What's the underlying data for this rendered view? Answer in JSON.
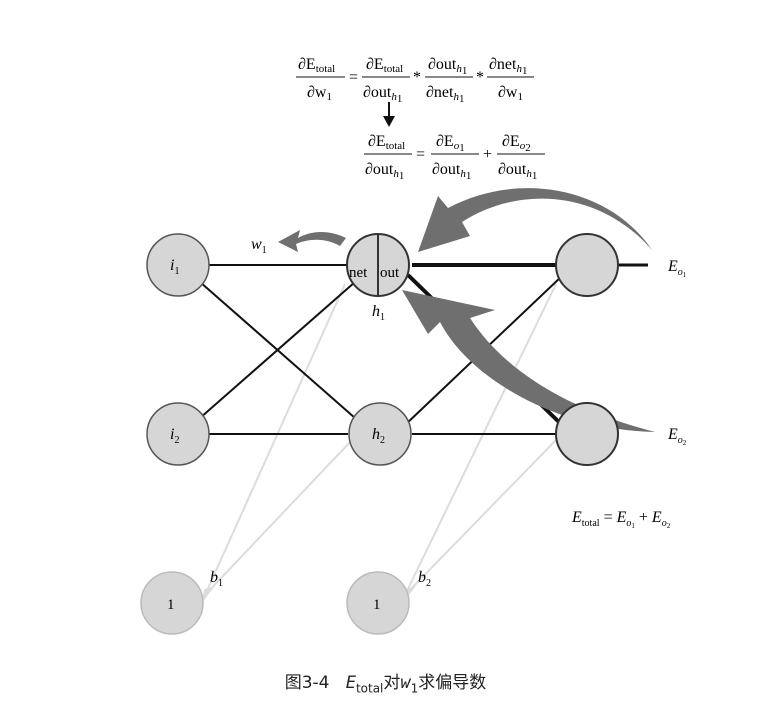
{
  "formulas": {
    "top": {
      "lhs": {
        "num": "∂E",
        "num_sub": "total",
        "den": "∂w",
        "den_sub": "1"
      },
      "t1": {
        "num": "∂E",
        "num_sub": "total",
        "den": "∂out",
        "den_sub": "h",
        "den_subsub": "1"
      },
      "t2": {
        "num": "∂out",
        "num_sub": "h",
        "num_subsub": "1",
        "den": "∂net",
        "den_sub": "h",
        "den_subsub": "1"
      },
      "t3": {
        "num": "∂net",
        "num_sub": "h",
        "num_subsub": "1",
        "den": "∂w",
        "den_sub": "1"
      },
      "eq": "=",
      "mul": "*"
    },
    "second": {
      "lhs": {
        "num": "∂E",
        "num_sub": "total",
        "den": "∂out",
        "den_sub": "h",
        "den_subsub": "1"
      },
      "t1": {
        "num": "∂E",
        "num_sub": "o",
        "num_subsub": "1",
        "den": "∂out",
        "den_sub": "h",
        "den_subsub": "1"
      },
      "t2": {
        "num": "∂E",
        "num_sub": "o",
        "num_subsub": "2",
        "den": "∂out",
        "den_sub": "h",
        "den_subsub": "1"
      },
      "eq": "=",
      "plus": "+"
    }
  },
  "nodes": {
    "i1": {
      "label": "i",
      "sub": "1"
    },
    "i2": {
      "label": "i",
      "sub": "2"
    },
    "h1": {
      "net": "net",
      "out": "out",
      "label": "h",
      "sub": "1"
    },
    "h2": {
      "label": "h",
      "sub": "2"
    },
    "bias1": {
      "label": "1"
    },
    "bias2": {
      "label": "1"
    }
  },
  "labels": {
    "w1": {
      "label": "w",
      "sub": "1"
    },
    "b1": {
      "label": "b",
      "sub": "1"
    },
    "b2": {
      "label": "b",
      "sub": "2"
    },
    "eo1": {
      "label": "E",
      "sub": "o",
      "subsub": "1"
    },
    "eo2": {
      "label": "E",
      "sub": "o",
      "subsub": "2"
    }
  },
  "total_eq": {
    "lhs": "E",
    "lhs_sub": "total",
    "eq": "=",
    "t1": "E",
    "t1_sub": "o",
    "t1_subsub": "1",
    "plus": "+",
    "t2": "E",
    "t2_sub": "o",
    "t2_subsub": "2"
  },
  "caption": {
    "fig": "图3-4",
    "sym": "E",
    "sub": "total",
    "mid": "对",
    "var": "w",
    "var_sub": "1",
    "tail": "求偏导数"
  },
  "colors": {
    "node_fill": "#d6d6d6",
    "arrow_fill": "#6f6f6f",
    "line_dark": "#111111",
    "line_light": "#dcdcdc"
  }
}
